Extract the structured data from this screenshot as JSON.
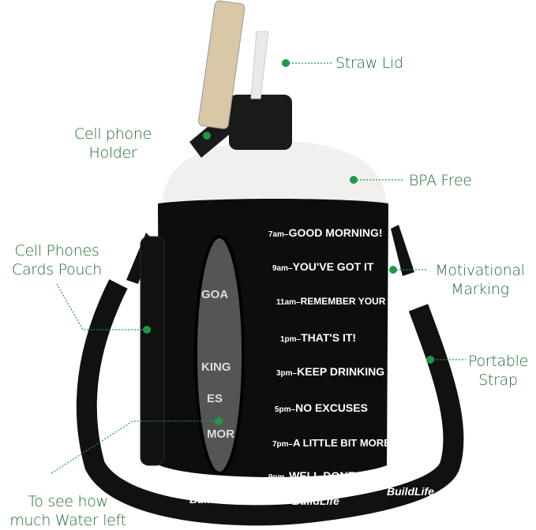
{
  "labels": {
    "straw_lid": {
      "line1": "Straw Lid"
    },
    "phone_holder": {
      "line1": "Cell phone",
      "line2": "Holder"
    },
    "bpa_free": {
      "line1": "BPA Free"
    },
    "pouch": {
      "line1": "Cell Phones",
      "line2": "Cards Pouch"
    },
    "motivational": {
      "line1": "Motivational",
      "line2": "Marking"
    },
    "strap": {
      "line1": "Portable",
      "line2": "Strap"
    },
    "water_left": {
      "line1": "To see how",
      "line2": "much Water left"
    }
  },
  "markings": [
    {
      "time": "7am–",
      "text": "GOOD MORNING!"
    },
    {
      "time": "9am–",
      "text": "YOU'VE GOT IT"
    },
    {
      "time": "11am–",
      "text": "REMEMBER YOUR GOAL"
    },
    {
      "time": "1pm–",
      "text": "THAT'S IT!"
    },
    {
      "time": "3pm–",
      "text": "KEEP DRINKING"
    },
    {
      "time": "5pm–",
      "text": "NO EXCUSES"
    },
    {
      "time": "7pm–",
      "text": "A LITTLE BIT MORE"
    },
    {
      "time": "9pm–",
      "text": "WELL DONE !"
    }
  ],
  "window_text": [
    "GOA",
    "KING",
    "ES",
    "MOR"
  ],
  "brand": "BuildLife",
  "colors": {
    "label_green": "#1f6b35",
    "dot_green": "#1a9a45",
    "sleeve": "#0d0d0d",
    "bottle": "#f2f0ee"
  }
}
